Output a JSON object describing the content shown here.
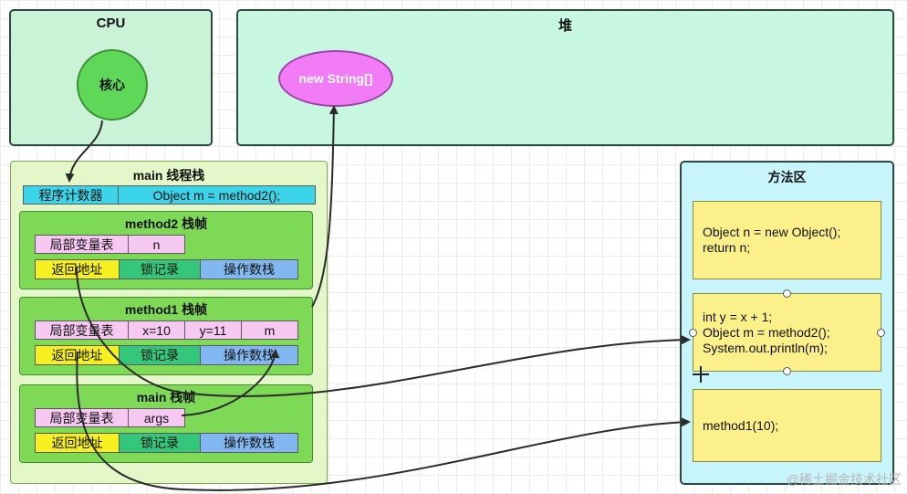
{
  "cpu": {
    "title": "CPU",
    "core": "核心"
  },
  "heap": {
    "title": "堆",
    "object": "new String[]"
  },
  "stack": {
    "title": "main 线程栈",
    "pc_label": "程序计数器",
    "pc_value": "Object m = method2();",
    "frames": [
      {
        "title": "method2 栈帧",
        "locals_label": "局部变量表",
        "locals": [
          "n"
        ],
        "ret": "返回地址",
        "lock": "锁记录",
        "opstack": "操作数栈"
      },
      {
        "title": "method1 栈帧",
        "locals_label": "局部变量表",
        "locals": [
          "x=10",
          "y=11",
          "m"
        ],
        "ret": "返回地址",
        "lock": "锁记录",
        "opstack": "操作数栈"
      },
      {
        "title": "main 栈帧",
        "locals_label": "局部变量表",
        "locals": [
          "args"
        ],
        "ret": "返回地址",
        "lock": "锁记录",
        "opstack": "操作数栈"
      }
    ]
  },
  "method_area": {
    "title": "方法区",
    "blocks": [
      [
        "Object n = new Object();",
        "return n;"
      ],
      [
        "int y = x + 1;",
        "Object m = method2();",
        "System.out.println(m);"
      ],
      [
        "method1(10);"
      ]
    ]
  },
  "watermark": "@稀土掘金技术社区",
  "colors": {
    "panel_green": "#c9f2d6",
    "heap_mint": "#c7f7e0",
    "stack_bg": "#e4f7c8",
    "frame_green": "#7ed957",
    "method_area_bg": "#c8f4fb",
    "code_yellow": "#fbf08a",
    "core_green": "#5fd85a",
    "object_magenta": "#f27cf6"
  }
}
